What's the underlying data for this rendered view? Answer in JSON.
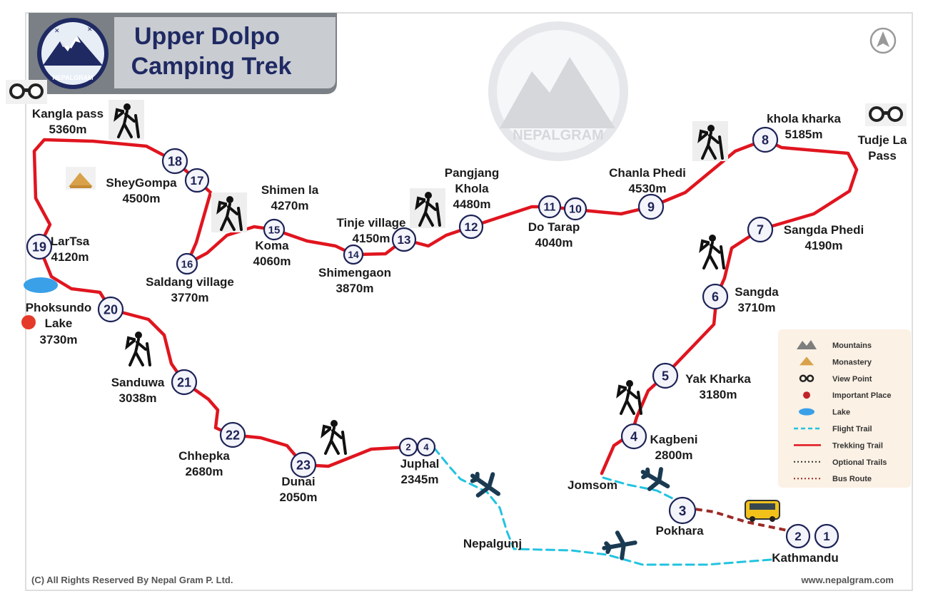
{
  "map": {
    "title_line1": "Upper Dolpo",
    "title_line2": "Camping Trek",
    "logo_text": "NEPALGRAM",
    "watermark_text": "NEPALGRAM",
    "compass_icon": "north-arrow-icon",
    "copyright": "(C) All Rights Reserved By Nepal Gram P. Ltd.",
    "website": "www.nepalgram.com",
    "colors": {
      "trekking_trail": "#e0151f",
      "flight_trail": "#22c3e0",
      "bus_route": "#9a2a26",
      "stop_ring": "#1d2356",
      "title_banner": "#7b8086",
      "title_text": "#1f2a63",
      "important_place": "#e53a2a",
      "lake": "#3aa0e8"
    },
    "stops": [
      {
        "num": "1"
      },
      {
        "num": "2"
      },
      {
        "num": "3"
      },
      {
        "num": "4"
      },
      {
        "num": "5"
      },
      {
        "num": "6"
      },
      {
        "num": "7"
      },
      {
        "num": "8"
      },
      {
        "num": "9"
      },
      {
        "num": "10"
      },
      {
        "num": "11"
      },
      {
        "num": "12"
      },
      {
        "num": "13"
      },
      {
        "num": "14"
      },
      {
        "num": "15"
      },
      {
        "num": "16"
      },
      {
        "num": "17"
      },
      {
        "num": "18"
      },
      {
        "num": "19"
      },
      {
        "num": "20"
      },
      {
        "num": "21"
      },
      {
        "num": "22"
      },
      {
        "num": "23"
      },
      {
        "num": "2"
      },
      {
        "num": "4"
      }
    ],
    "places": [
      {
        "name": "Kathmandu",
        "elev": ""
      },
      {
        "name": "Pokhara",
        "elev": ""
      },
      {
        "name": "Jomsom",
        "elev": ""
      },
      {
        "name": "Kagbeni",
        "elev": "2800m"
      },
      {
        "name": "Yak Kharka",
        "elev": "3180m"
      },
      {
        "name": "Sangda",
        "elev": "3710m"
      },
      {
        "name": "Sangda Phedi",
        "elev": "4190m"
      },
      {
        "name": "Tudje La",
        "elev": "Pass"
      },
      {
        "name": "khola kharka",
        "elev": "5185m"
      },
      {
        "name": "Chanla Phedi",
        "elev": "4530m"
      },
      {
        "name": "Do Tarap",
        "elev": "4040m"
      },
      {
        "name": "Pangjang",
        "elev": "Khola"
      },
      {
        "name": "",
        "elev": "4480m"
      },
      {
        "name": "Tinje village",
        "elev": "4150m"
      },
      {
        "name": "Shimengaon",
        "elev": "3870m"
      },
      {
        "name": "Shimen la",
        "elev": "4270m"
      },
      {
        "name": "Koma",
        "elev": "4060m"
      },
      {
        "name": "Saldang village",
        "elev": "3770m"
      },
      {
        "name": "SheyGompa",
        "elev": "4500m"
      },
      {
        "name": "Kangla pass",
        "elev": "5360m"
      },
      {
        "name": "LarTsa",
        "elev": "4120m"
      },
      {
        "name": "Phoksundo",
        "elev": "Lake"
      },
      {
        "name": "",
        "elev": "3730m"
      },
      {
        "name": "Sanduwa",
        "elev": "3038m"
      },
      {
        "name": "Chhepka",
        "elev": "2680m"
      },
      {
        "name": "Dunai",
        "elev": "2050m"
      },
      {
        "name": "Juphal",
        "elev": "2345m"
      },
      {
        "name": "Nepalgunj",
        "elev": ""
      }
    ],
    "legend": [
      {
        "label": "Mountains",
        "icon": "mountains-icon"
      },
      {
        "label": "Monastery",
        "icon": "monastery-icon"
      },
      {
        "label": "View Point",
        "icon": "binoculars-icon"
      },
      {
        "label": "Important Place",
        "icon": "red-dot-icon"
      },
      {
        "label": "Lake",
        "icon": "lake-icon"
      },
      {
        "label": "Flight Trail",
        "icon": "dashed-blue-line-icon"
      },
      {
        "label": "Trekking Trail",
        "icon": "red-line-icon"
      },
      {
        "label": "Optional Trails",
        "icon": "dotted-line-icon"
      },
      {
        "label": "Bus Route",
        "icon": "dotted-red-line-icon"
      }
    ]
  }
}
